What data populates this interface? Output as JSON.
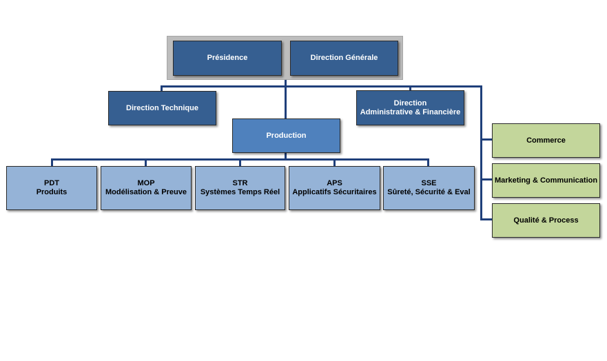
{
  "top": {
    "presidence": "Présidence",
    "direction_generale": "Direction Générale"
  },
  "direction_technique": "Direction Technique",
  "direction_admin": {
    "line1": "Direction",
    "line2": "Administrative & Financière"
  },
  "production": "Production",
  "units": [
    {
      "code": "PDT",
      "name": "Produits"
    },
    {
      "code": "MOP",
      "name": "Modélisation & Preuve"
    },
    {
      "code": "STR",
      "name": "Systèmes Temps Réel"
    },
    {
      "code": "APS",
      "name": "Applicatifs Sécuritaires"
    },
    {
      "code": "SSE",
      "name": "Sûreté, Sécurité & Eval"
    }
  ],
  "side": {
    "commerce": "Commerce",
    "marketing": "Marketing & Communication",
    "qualite": "Qualité & Process"
  },
  "colors": {
    "line": "#1f3f7a",
    "dark_box": "#365f91",
    "production_box": "#4f81bd",
    "unit_box": "#95b3d7",
    "side_box": "#c3d69b",
    "top_group": "#bdbdbd"
  }
}
